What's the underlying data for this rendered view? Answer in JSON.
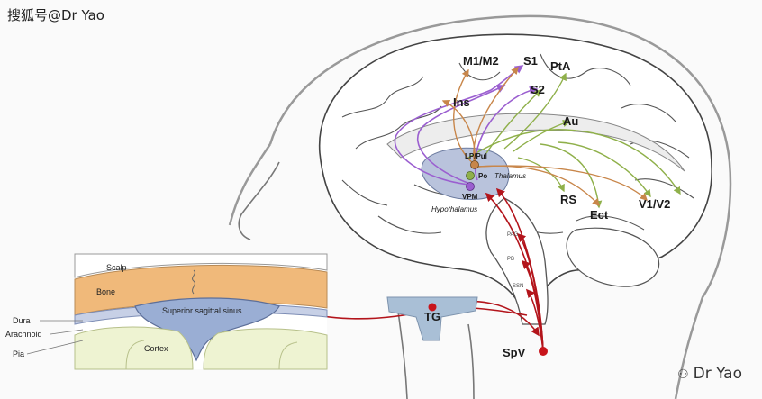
{
  "watermark": "搜狐号@Dr Yao",
  "signature": {
    "icon": "wechat-icon",
    "text": "Dr Yao"
  },
  "brain_labels": {
    "m1m2": "M1/M2",
    "s1": "S1",
    "pta": "PtA",
    "ins": "Ins",
    "s2": "S2",
    "au": "Au",
    "rs": "RS",
    "ect": "Ect",
    "v1v2": "V1/V2",
    "lp_pul": "LP/Pul",
    "po": "Po",
    "vpm": "VPM",
    "thalamus": "Thalamus",
    "hypothalamus": "Hypothalamus",
    "pag": "PAG",
    "pb": "PB",
    "ssn": "SSN",
    "tg": "TG",
    "spv": "SpV"
  },
  "inset_labels": {
    "scalp": "Scalp",
    "bone": "Bone",
    "sinus": "Superior sagittal sinus",
    "dura": "Dura",
    "arachnoid": "Arachnoid",
    "pia": "Pia",
    "cortex": "Cortex"
  },
  "colors": {
    "pathway_red": "#b3141b",
    "pathway_orange": "#c8864a",
    "pathway_purple": "#9b5fd0",
    "pathway_green": "#8fb04a",
    "bone": "#f0b97a",
    "sinus": "#9aaed4",
    "tg": "#a9bfd6",
    "cortex": "#eef3d2",
    "thalamus": "#b9c3dc"
  }
}
